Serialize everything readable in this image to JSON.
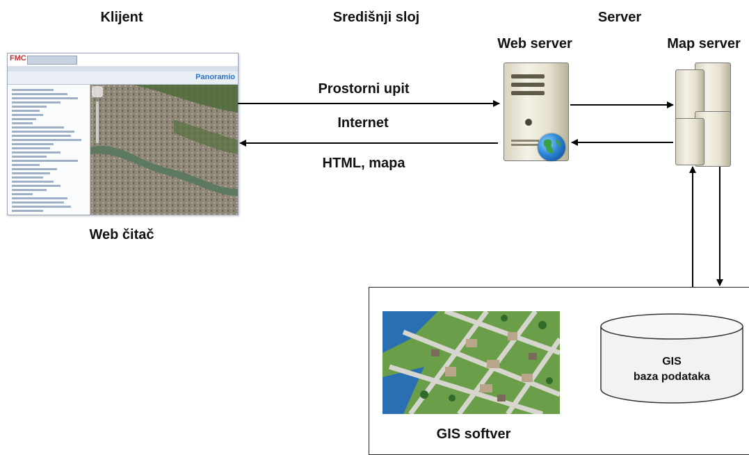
{
  "headings": {
    "client": "Klijent",
    "middle": "Središnji sloj",
    "server": "Server"
  },
  "nodes": {
    "web_server": "Web server",
    "map_server": "Map server",
    "web_browser": "Web čitač",
    "gis_software": "GIS softver",
    "gis_db_line1": "GIS",
    "gis_db_line2": "baza podataka"
  },
  "connections": {
    "query": "Prostorni upit",
    "network": "Internet",
    "response": "HTML, mapa"
  },
  "browser_ui": {
    "logo": "FMC",
    "brand": "Panoramio"
  },
  "colors": {
    "arrow": "#000000",
    "server_beige": "#ece7d5",
    "brand_blue": "#2a74c8"
  }
}
